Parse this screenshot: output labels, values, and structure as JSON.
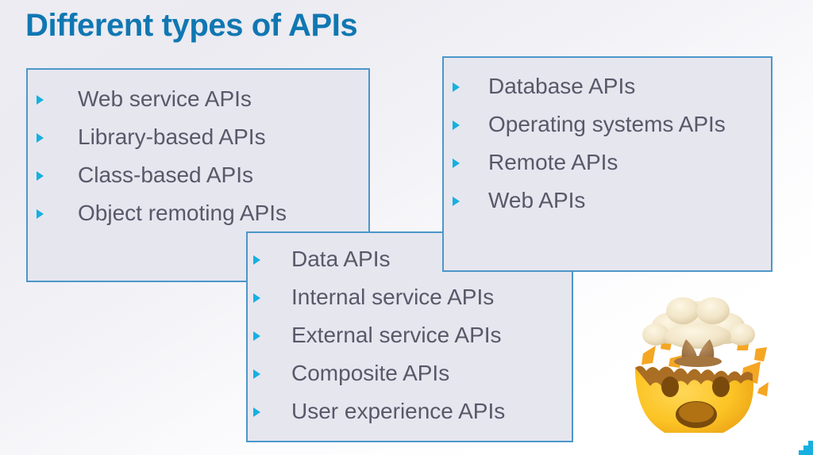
{
  "slide": {
    "title": "Different types of APIs",
    "title_color": "#1077b2",
    "background_color": "#eceef2",
    "box_fill_color": "#e6e6ef",
    "box_border_color": "#4b97c9",
    "bullet_color": "#16b0e0",
    "text_color": "#585869"
  },
  "boxes": [
    {
      "id": "web-service-box",
      "items": [
        {
          "label": "Web service APIs"
        },
        {
          "label": "Library-based APIs"
        },
        {
          "label": "Class-based APIs"
        },
        {
          "label": "Object remoting APIs"
        }
      ]
    },
    {
      "id": "database-box",
      "items": [
        {
          "label": "Database APIs"
        },
        {
          "label": "Operating systems APIs"
        },
        {
          "label": "Remote APIs"
        },
        {
          "label": "Web APIs"
        }
      ]
    },
    {
      "id": "data-box",
      "items": [
        {
          "label": "Data APIs"
        },
        {
          "label": "Internal service APIs"
        },
        {
          "label": "External service APIs"
        },
        {
          "label": "Composite APIs"
        },
        {
          "label": "User experience APIs"
        }
      ]
    }
  ],
  "decorations": {
    "emoji_name": "exploding-head-emoji",
    "emoji_glyph": "🤯",
    "corner_accent_color": "#16b0e0"
  }
}
